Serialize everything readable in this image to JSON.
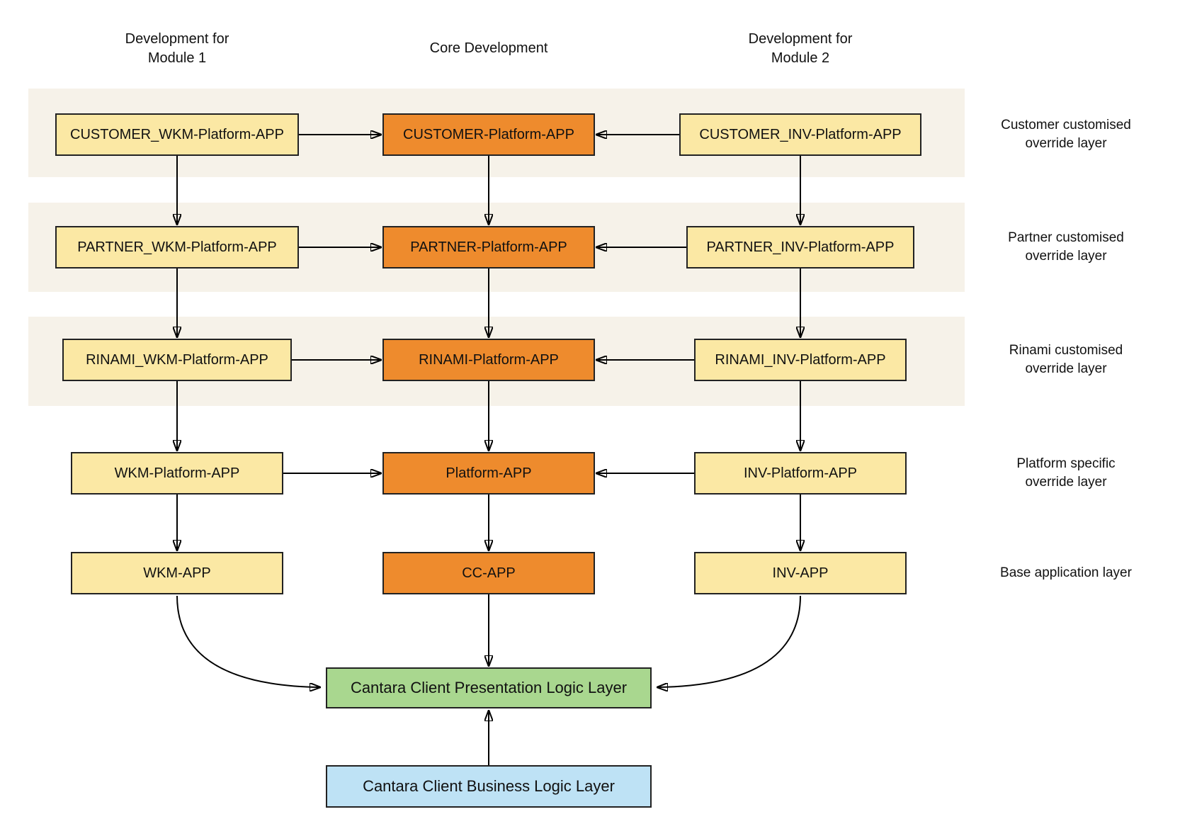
{
  "column_headers": [
    {
      "text": "Development for\nModule 1"
    },
    {
      "text": "Core Development"
    },
    {
      "text": "Development for\nModule 2"
    }
  ],
  "layers": [
    {
      "left": "CUSTOMER_WKM-Platform-APP",
      "center": "CUSTOMER-Platform-APP",
      "right": "CUSTOMER_INV-Platform-APP",
      "label": "Customer customised\noverride layer",
      "band": true
    },
    {
      "left": "PARTNER_WKM-Platform-APP",
      "center": "PARTNER-Platform-APP",
      "right": "PARTNER_INV-Platform-APP",
      "label": "Partner customised\noverride layer",
      "band": true
    },
    {
      "left": "RINAMI_WKM-Platform-APP",
      "center": "RINAMI-Platform-APP",
      "right": "RINAMI_INV-Platform-APP",
      "label": "Rinami customised\noverride layer",
      "band": true
    },
    {
      "left": "WKM-Platform-APP",
      "center": "Platform-APP",
      "right": "INV-Platform-APP",
      "label": "Platform specific\noverride layer",
      "band": false
    },
    {
      "left": "WKM-APP",
      "center": "CC-APP",
      "right": "INV-APP",
      "label": "Base application layer",
      "band": false
    }
  ],
  "bottom_layers": [
    {
      "text": "Cantara Client Presentation Logic Layer",
      "fill": "#A9D78F"
    },
    {
      "text": "Cantara Client Business Logic Layer",
      "fill": "#BEE2F5"
    }
  ],
  "colors": {
    "module_box_fill": "#FBE8A4",
    "core_box_fill": "#EE8B2D",
    "band_fill": "#F6F2E9",
    "presentation_fill": "#A9D78F",
    "business_fill": "#BEE2F5",
    "box_border": "#222222",
    "arrow": "#000000"
  }
}
